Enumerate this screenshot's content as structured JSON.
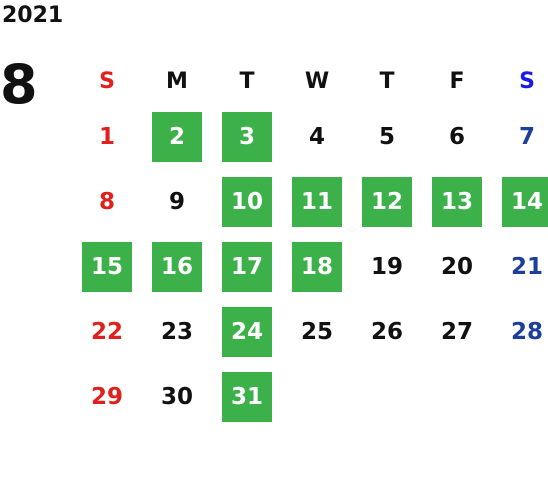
{
  "year": "2021",
  "month": "8",
  "weekdays": [
    "S",
    "M",
    "T",
    "W",
    "T",
    "F",
    "S"
  ],
  "weeks": [
    [
      {
        "day": "1",
        "marked": false
      },
      {
        "day": "2",
        "marked": true
      },
      {
        "day": "3",
        "marked": true
      },
      {
        "day": "4",
        "marked": false
      },
      {
        "day": "5",
        "marked": false
      },
      {
        "day": "6",
        "marked": false
      },
      {
        "day": "7",
        "marked": false
      }
    ],
    [
      {
        "day": "8",
        "marked": false
      },
      {
        "day": "9",
        "marked": false
      },
      {
        "day": "10",
        "marked": true
      },
      {
        "day": "11",
        "marked": true
      },
      {
        "day": "12",
        "marked": true
      },
      {
        "day": "13",
        "marked": true
      },
      {
        "day": "14",
        "marked": true
      }
    ],
    [
      {
        "day": "15",
        "marked": true
      },
      {
        "day": "16",
        "marked": true
      },
      {
        "day": "17",
        "marked": true
      },
      {
        "day": "18",
        "marked": true
      },
      {
        "day": "19",
        "marked": false
      },
      {
        "day": "20",
        "marked": false
      },
      {
        "day": "21",
        "marked": false
      }
    ],
    [
      {
        "day": "22",
        "marked": false
      },
      {
        "day": "23",
        "marked": false
      },
      {
        "day": "24",
        "marked": true
      },
      {
        "day": "25",
        "marked": false
      },
      {
        "day": "26",
        "marked": false
      },
      {
        "day": "27",
        "marked": false
      },
      {
        "day": "28",
        "marked": false
      }
    ],
    [
      {
        "day": "29",
        "marked": false
      },
      {
        "day": "30",
        "marked": false
      },
      {
        "day": "31",
        "marked": true
      },
      {
        "day": "",
        "marked": false
      },
      {
        "day": "",
        "marked": false
      },
      {
        "day": "",
        "marked": false
      },
      {
        "day": "",
        "marked": false
      }
    ]
  ],
  "colors": {
    "marked_bg": "#3cb14a",
    "sunday": "#e0201d",
    "saturday": "#1b3f9a",
    "saturday_header": "#1a1ae8"
  }
}
